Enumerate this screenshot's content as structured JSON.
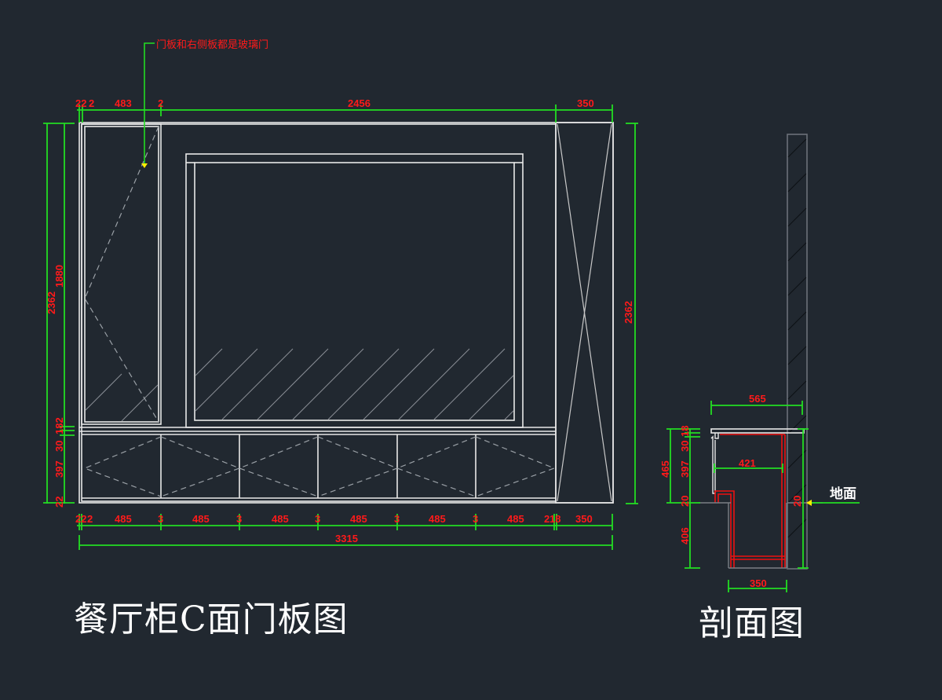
{
  "drawing": {
    "elevation_title": "餐厅柜C面门板图",
    "section_title": "剖面图",
    "annotation_note": "门板和右侧板都是玻璃门",
    "ground_label": "地面",
    "colors": {
      "background": "#212830",
      "outline": "#e8e8e8",
      "dimension_line": "#22dd22",
      "dimension_text": "#ff1a1a",
      "section_red": "#ee1111",
      "hatch": "#8a8f96",
      "leader_arrow": "#ffee00"
    },
    "top_dims": [
      "22",
      "2",
      "483",
      "2",
      "2456",
      "350"
    ],
    "bottom_dims": [
      "22",
      "2",
      "485",
      "3",
      "485",
      "3",
      "485",
      "3",
      "485",
      "3",
      "485",
      "3",
      "485",
      "2",
      "18",
      "350"
    ],
    "overall_width": "3315",
    "left_overall": "2362",
    "left_dims": [
      "1880",
      "182",
      "30",
      "397",
      "22"
    ],
    "right_overall": "2362",
    "section": {
      "top_width": "565",
      "inner_width": "421",
      "base_width": "350",
      "left_overall": "465",
      "left_dims": [
        "18",
        "30",
        "397",
        "20"
      ],
      "below_floor": "406",
      "right_dim": "20"
    }
  }
}
